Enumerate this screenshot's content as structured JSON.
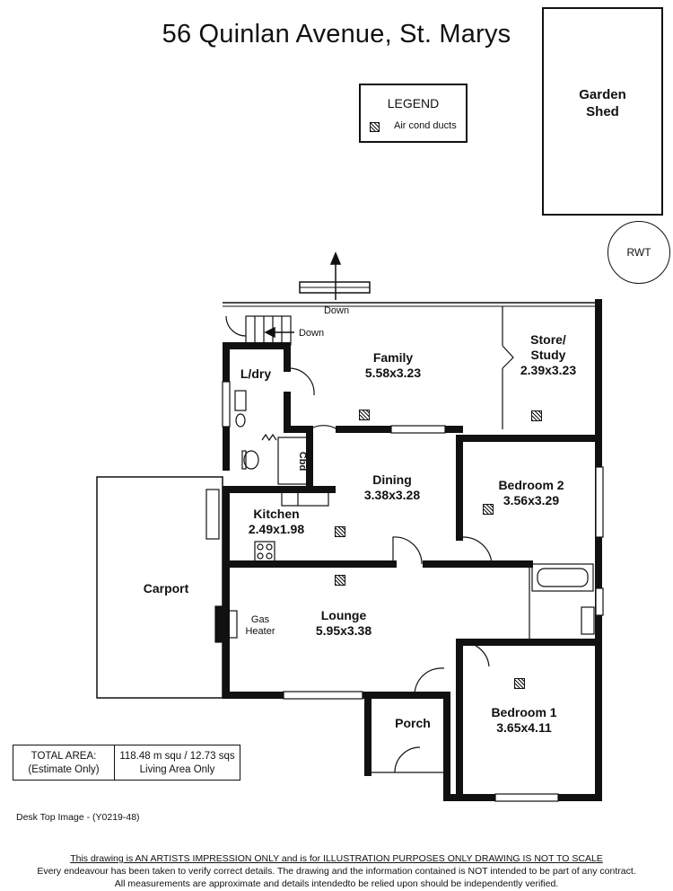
{
  "title": "56 Quinlan Avenue, St. Marys",
  "legend": {
    "heading": "LEGEND",
    "item": "Air cond ducts"
  },
  "outbuildings": {
    "shed": [
      "Garden",
      "Shed"
    ],
    "rwt": "RWT"
  },
  "rooms": {
    "family": {
      "name": "Family",
      "size": "5.58x3.23"
    },
    "store": {
      "name1": "Store/",
      "name2": "Study",
      "size": "2.39x3.23"
    },
    "ldry": {
      "name": "L/dry"
    },
    "cbd": {
      "name": "Cbd"
    },
    "dining": {
      "name": "Dining",
      "size": "3.38x3.28"
    },
    "bed2": {
      "name": "Bedroom 2",
      "size": "3.56x3.29"
    },
    "kitchen": {
      "name": "Kitchen",
      "size": "2.49x1.98"
    },
    "carport": {
      "name": "Carport"
    },
    "lounge": {
      "name": "Lounge",
      "size": "5.95x3.38"
    },
    "heater": {
      "l1": "Gas",
      "l2": "Heater"
    },
    "porch": {
      "name": "Porch"
    },
    "bed1": {
      "name": "Bedroom 1",
      "size": "3.65x4.11"
    }
  },
  "annotations": {
    "down_top": "Down",
    "down_stairs": "Down"
  },
  "area_box": {
    "label1": "TOTAL AREA:",
    "label2": "(Estimate Only)",
    "value1": "118.48 m squ /  12.73 sqs",
    "value2": "Living Area Only"
  },
  "image_ref": "Desk Top Image - (Y0219-48)",
  "disclaimer": {
    "line1": "This drawing is AN ARTISTS IMPRESSION ONLY and is for ILLUSTRATION PURPOSES ONLY DRAWING IS NOT TO SCALE",
    "line2": "Every endeavour has been taken to verify correct details. The drawing and the information contained is NOT intended to be part of any contract.",
    "line3": "All measurements are approximate and details intendedto be relied upon should be independently verified."
  }
}
